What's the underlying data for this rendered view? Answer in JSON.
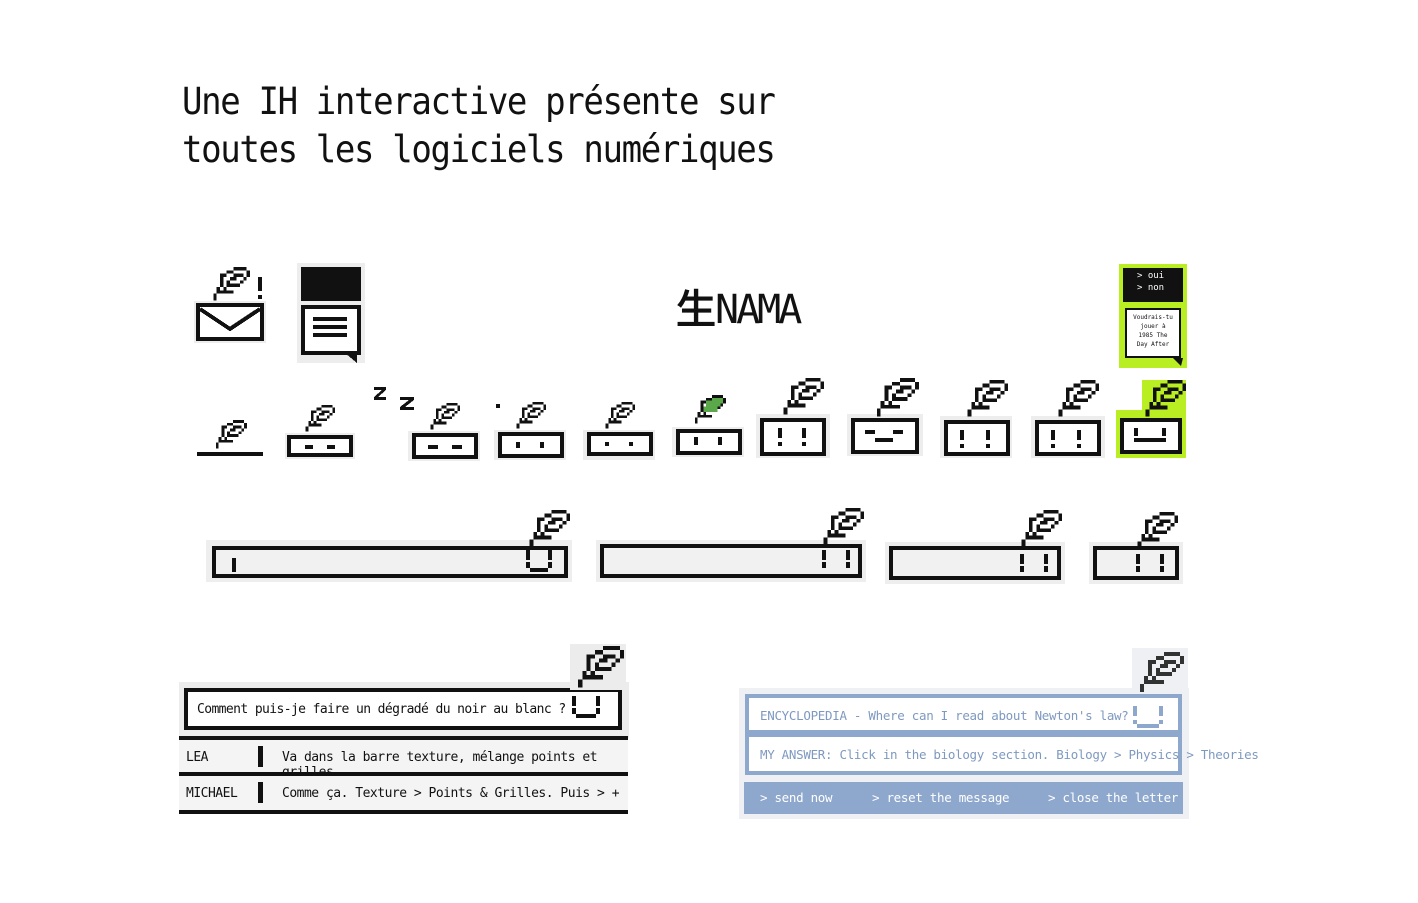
{
  "headline": {
    "line1": "Une IH interactive présente sur",
    "line2": "toutes les logiciels numériques"
  },
  "brand": {
    "glyph": "生",
    "name": "NAMA"
  },
  "icons": {
    "mail": "mail-quill-icon",
    "message": "message-bubble-icon",
    "sleep_marks": "z z"
  },
  "mini_dialog": {
    "options": [
      "> oui",
      "> non"
    ],
    "question_lines": [
      "Voudrais-tu",
      "jouer à",
      "1985 The",
      "Day After"
    ],
    "accent_color": "#b9ee23"
  },
  "chat": {
    "question": "Comment puis-je faire un dégradé du noir au blanc ?",
    "rows": [
      {
        "name": "LEA",
        "message": "Va dans la barre texture, mélange points et grilles."
      },
      {
        "name": "MICHAEL",
        "message": "Comme ça. Texture > Points & Grilles. Puis > +"
      }
    ]
  },
  "encyclopedia": {
    "question": "ENCYCLOPEDIA - Where can I read about Newton's law?",
    "answer": "MY ANSWER: Click in the biology section. Biology > Physics > Theories",
    "actions": [
      "> send now",
      "> reset the message",
      "> close the letter"
    ],
    "accent_color": "#8ea7cc",
    "text_color": "#7e99c0"
  }
}
